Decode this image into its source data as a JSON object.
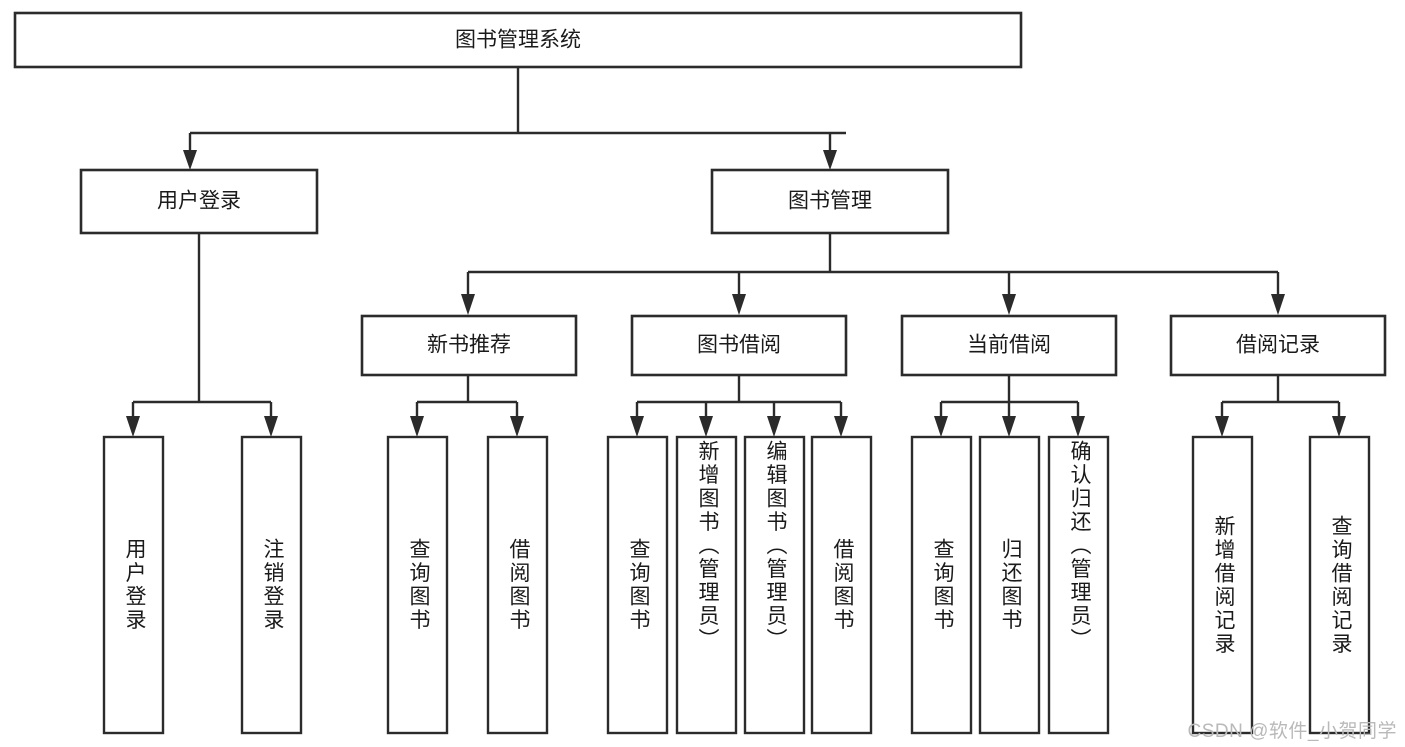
{
  "diagram": {
    "type": "tree-hierarchy-chart",
    "title_node": {
      "label": "图书管理系统"
    },
    "level2": [
      {
        "id": "user-login",
        "label": "用户登录"
      },
      {
        "id": "book-management",
        "label": "图书管理"
      }
    ],
    "level3": [
      {
        "id": "new-book-recommend",
        "label": "新书推荐",
        "parent": "book-management"
      },
      {
        "id": "book-borrow",
        "label": "图书借阅",
        "parent": "book-management"
      },
      {
        "id": "current-borrow",
        "label": "当前借阅",
        "parent": "book-management"
      },
      {
        "id": "borrow-record",
        "label": "借阅记录",
        "parent": "book-management"
      }
    ],
    "leaves": [
      {
        "id": "leaf-user-login",
        "label": "用户登录",
        "parent": "user-login"
      },
      {
        "id": "leaf-logout-login",
        "label": "注销登录",
        "parent": "user-login"
      },
      {
        "id": "leaf-query-book-1",
        "label": "查询图书",
        "parent": "new-book-recommend"
      },
      {
        "id": "leaf-borrow-book-1",
        "label": "借阅图书",
        "parent": "new-book-recommend"
      },
      {
        "id": "leaf-query-book-2",
        "label": "查询图书",
        "parent": "book-borrow"
      },
      {
        "id": "leaf-add-book",
        "label": "新增图书（管理员）",
        "parent": "book-borrow"
      },
      {
        "id": "leaf-edit-book",
        "label": "编辑图书（管理员）",
        "parent": "book-borrow"
      },
      {
        "id": "leaf-borrow-book-2",
        "label": "借阅图书",
        "parent": "book-borrow"
      },
      {
        "id": "leaf-query-book-3",
        "label": "查询图书",
        "parent": "current-borrow"
      },
      {
        "id": "leaf-return-book",
        "label": "归还图书",
        "parent": "current-borrow"
      },
      {
        "id": "leaf-confirm-return",
        "label": "确认归还（管理员）",
        "parent": "current-borrow"
      },
      {
        "id": "leaf-add-record",
        "label": "新增借阅记录",
        "parent": "borrow-record"
      },
      {
        "id": "leaf-query-record",
        "label": "查询借阅记录",
        "parent": "borrow-record"
      }
    ],
    "colors": {
      "box_stroke": "#2b2b2b",
      "box_fill": "#ffffff",
      "text": "#1a1a1a",
      "background": "#ffffff",
      "watermark": "#b9b9b9"
    }
  },
  "watermark": {
    "text": "CSDN @软件_小贺同学"
  }
}
